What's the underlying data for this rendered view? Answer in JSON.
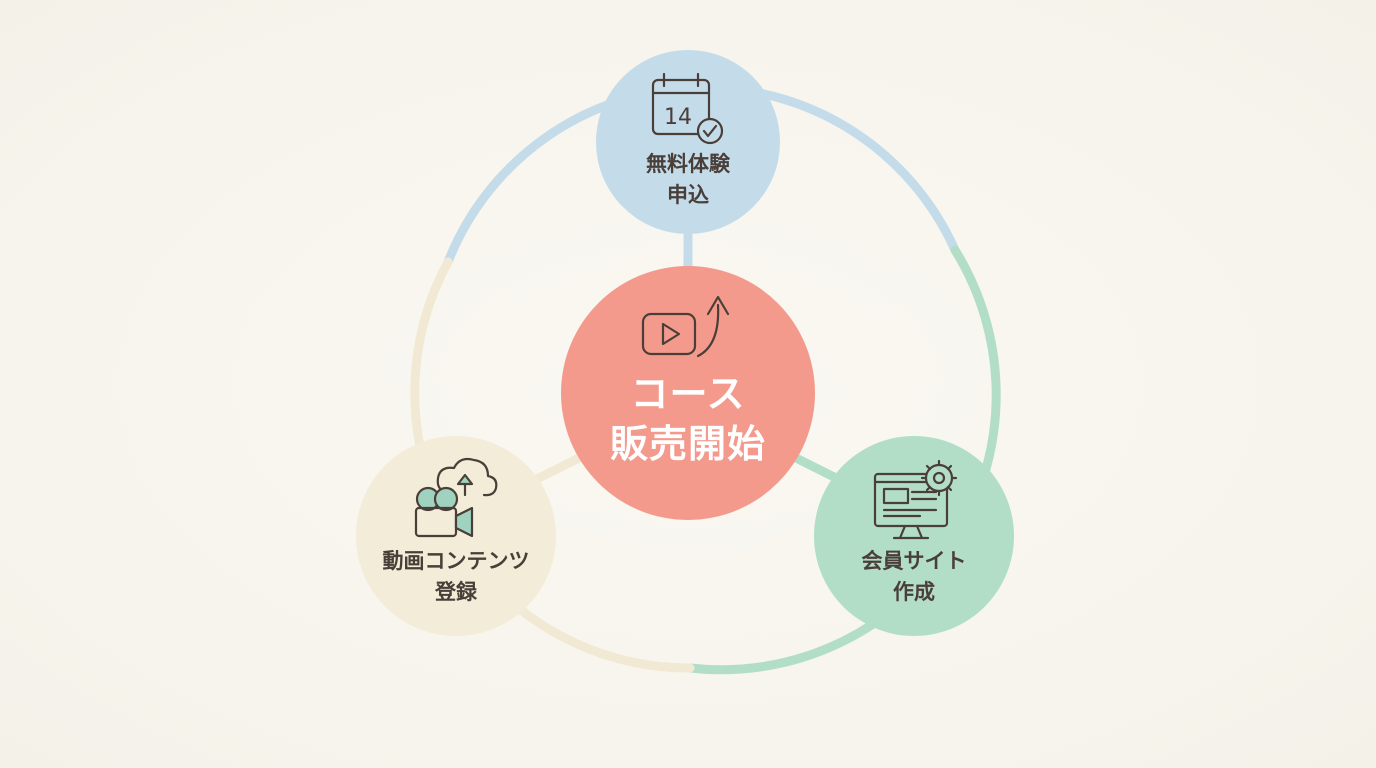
{
  "colors": {
    "background": "#f7f5ee",
    "blue": "#c4dcea",
    "green": "#b2dec8",
    "cream": "#f3ecd9",
    "coral": "#f49a8c",
    "text": "#4a3f38",
    "icon_stroke": "#4a3f38",
    "icon_accent": "#9fd3bf"
  },
  "center": {
    "label_line1": "コース",
    "label_line2": "販売開始",
    "icon": "video-play-arrow-icon"
  },
  "nodes": {
    "top": {
      "label_line1": "無料体験",
      "label_line2": "申込",
      "icon": "calendar-check-icon",
      "calendar_day": "14"
    },
    "right": {
      "label_line1": "会員サイト",
      "label_line2": "作成",
      "icon": "monitor-gear-icon"
    },
    "left": {
      "label_line1": "動画コンテンツ",
      "label_line2": "登録",
      "icon": "camera-cloud-upload-icon"
    }
  }
}
